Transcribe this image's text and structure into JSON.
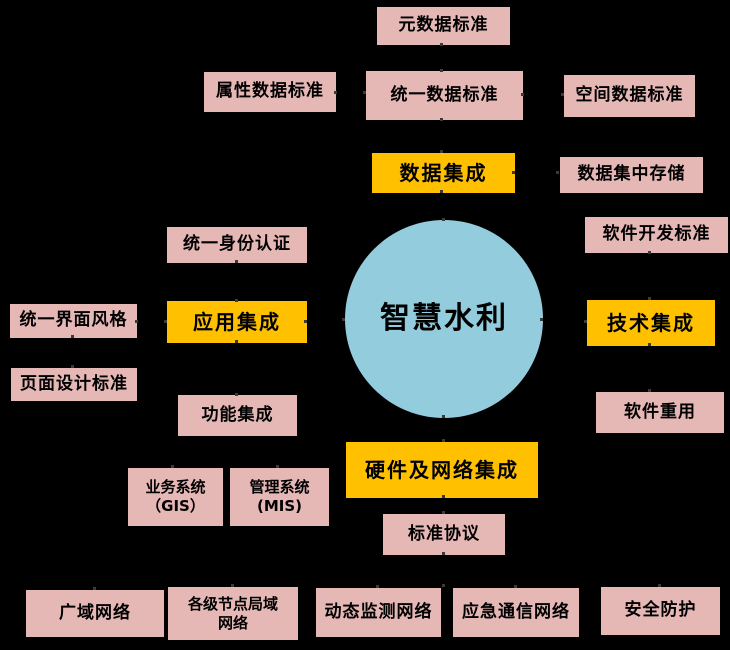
{
  "diagram": {
    "title_center": "智慧水利",
    "colors": {
      "background": "#000000",
      "center_circle": "#93CDDD",
      "hub_box": "#FFC000",
      "leaf_box": "#E5B8B6",
      "text": "#000000"
    },
    "center": {
      "label": "智慧水利"
    },
    "nodes": [
      {
        "id": "metadata-standard",
        "label": "元数据标准",
        "kind": "leaf"
      },
      {
        "id": "attribute-data-standard",
        "label": "属性数据标准",
        "kind": "leaf"
      },
      {
        "id": "unified-data-standard",
        "label": "统一数据标准",
        "kind": "leaf"
      },
      {
        "id": "spatial-data-standard",
        "label": "空间数据标准",
        "kind": "leaf"
      },
      {
        "id": "data-integration",
        "label": "数据集成",
        "kind": "hub"
      },
      {
        "id": "centralized-data-storage",
        "label": "数据集中存储",
        "kind": "leaf"
      },
      {
        "id": "unified-identity-auth",
        "label": "统一身份认证",
        "kind": "leaf"
      },
      {
        "id": "software-dev-standard",
        "label": "软件开发标准",
        "kind": "leaf"
      },
      {
        "id": "unified-ui-style",
        "label": "统一界面风格",
        "kind": "leaf"
      },
      {
        "id": "application-integration",
        "label": "应用集成",
        "kind": "hub"
      },
      {
        "id": "technology-integration",
        "label": "技术集成",
        "kind": "hub"
      },
      {
        "id": "page-design-standard",
        "label": "页面设计标准",
        "kind": "leaf"
      },
      {
        "id": "function-integration",
        "label": "功能集成",
        "kind": "leaf"
      },
      {
        "id": "software-reuse",
        "label": "软件重用",
        "kind": "leaf"
      },
      {
        "id": "hardware-network-integration",
        "label": "硬件及网络集成",
        "kind": "hub"
      },
      {
        "id": "business-system-gis",
        "label": "业务系统\n（GIS）",
        "kind": "leaf"
      },
      {
        "id": "management-system-mis",
        "label": "管理系统\n(MIS)",
        "kind": "leaf"
      },
      {
        "id": "standard-protocol",
        "label": "标准协议",
        "kind": "leaf"
      },
      {
        "id": "wide-area-network",
        "label": "广域网络",
        "kind": "leaf"
      },
      {
        "id": "node-local-area-network",
        "label": "各级节点局域\n网络",
        "kind": "leaf"
      },
      {
        "id": "dynamic-monitoring-network",
        "label": "动态监测网络",
        "kind": "leaf"
      },
      {
        "id": "emergency-comm-network",
        "label": "应急通信网络",
        "kind": "leaf"
      },
      {
        "id": "security-protection",
        "label": "安全防护",
        "kind": "leaf"
      }
    ],
    "edges": [
      {
        "from": "智慧水利",
        "to": "数据集成"
      },
      {
        "from": "数据集成",
        "to": "统一数据标准"
      },
      {
        "from": "统一数据标准",
        "to": "元数据标准"
      },
      {
        "from": "统一数据标准",
        "to": "属性数据标准"
      },
      {
        "from": "统一数据标准",
        "to": "空间数据标准"
      },
      {
        "from": "数据集成",
        "to": "数据集中存储"
      },
      {
        "from": "智慧水利",
        "to": "应用集成"
      },
      {
        "from": "应用集成",
        "to": "统一身份认证"
      },
      {
        "from": "应用集成",
        "to": "统一界面风格"
      },
      {
        "from": "统一界面风格",
        "to": "页面设计标准"
      },
      {
        "from": "应用集成",
        "to": "功能集成"
      },
      {
        "from": "智慧水利",
        "to": "技术集成"
      },
      {
        "from": "技术集成",
        "to": "软件开发标准"
      },
      {
        "from": "技术集成",
        "to": "软件重用"
      },
      {
        "from": "智慧水利",
        "to": "硬件及网络集成"
      },
      {
        "from": "硬件及网络集成",
        "to": "标准协议"
      }
    ]
  }
}
